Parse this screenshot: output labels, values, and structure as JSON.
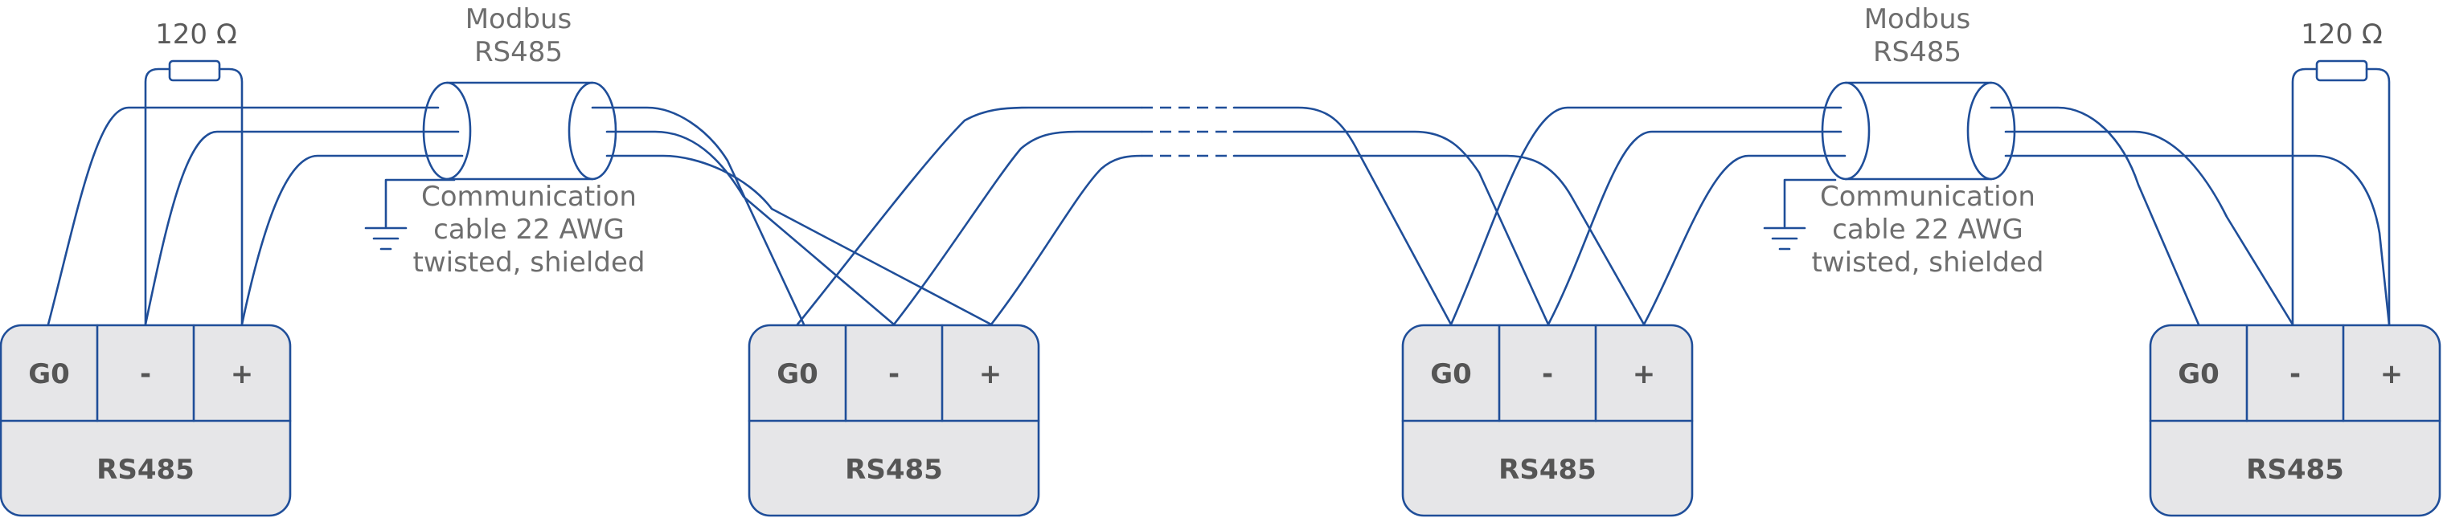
{
  "resistors": [
    {
      "value": "120 Ω"
    },
    {
      "value": "120 Ω"
    }
  ],
  "cables": [
    {
      "title_line1": "Modbus",
      "title_line2": "RS485",
      "desc_line1": "Communication",
      "desc_line2": "cable 22 AWG",
      "desc_line3": "twisted, shielded"
    },
    {
      "title_line1": "Modbus",
      "title_line2": "RS485",
      "desc_line1": "Communication",
      "desc_line2": "cable 22 AWG",
      "desc_line3": "twisted, shielded"
    }
  ],
  "devices": [
    {
      "terminals": [
        "G0",
        "-",
        "+"
      ],
      "label": "RS485"
    },
    {
      "terminals": [
        "G0",
        "-",
        "+"
      ],
      "label": "RS485"
    },
    {
      "terminals": [
        "G0",
        "-",
        "+"
      ],
      "label": "RS485"
    },
    {
      "terminals": [
        "G0",
        "-",
        "+"
      ],
      "label": "RS485"
    }
  ],
  "colors": {
    "wire": "#1f4e99",
    "box_fill": "#e6e6e8",
    "text": "#5a5a5a"
  },
  "icons": [
    "ground-icon",
    "resistor-icon",
    "cable-shield-icon"
  ]
}
